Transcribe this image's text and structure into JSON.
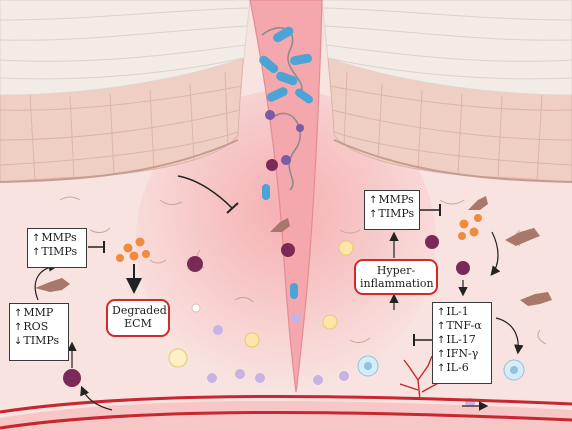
{
  "labels": {
    "left_top": [
      {
        "arrow": "↑",
        "text": "MMPs"
      },
      {
        "arrow": "↑",
        "text": "TIMPs"
      }
    ],
    "left_bottom": [
      {
        "arrow": "↑",
        "text": "MMP"
      },
      {
        "arrow": "↑",
        "text": "ROS"
      },
      {
        "arrow": "↓",
        "text": "TIMPs"
      }
    ],
    "degraded": [
      "Degraded",
      "ECM"
    ],
    "right_top": [
      {
        "arrow": "↑",
        "text": "MMPs"
      },
      {
        "arrow": "↑",
        "text": "TIMPs"
      }
    ],
    "hyper": [
      "Hyper-",
      "inflammation"
    ],
    "cytokines": [
      {
        "arrow": "↑",
        "text": "IL-1"
      },
      {
        "arrow": "↑",
        "text": "TNF-α"
      },
      {
        "arrow": "↑",
        "text": "IL-17"
      },
      {
        "arrow": "↑",
        "text": "IFN-γ"
      },
      {
        "arrow": "↑",
        "text": "IL-6"
      }
    ]
  },
  "colors": {
    "background": "#f8e3e0",
    "dermis": "#f6dcd8",
    "epidermis_cells": "#efcfc3",
    "stratum_corneum": "#f2ebe6",
    "wound": "#f4a7ac",
    "bacteria": "#4ba3d6",
    "neutrophil": "#7b2a57",
    "macrophage_orange": "#f08a3c",
    "fibroblast": "#a8786b",
    "vessel": "#c7272f",
    "label_border_red": "#d02b2b"
  }
}
